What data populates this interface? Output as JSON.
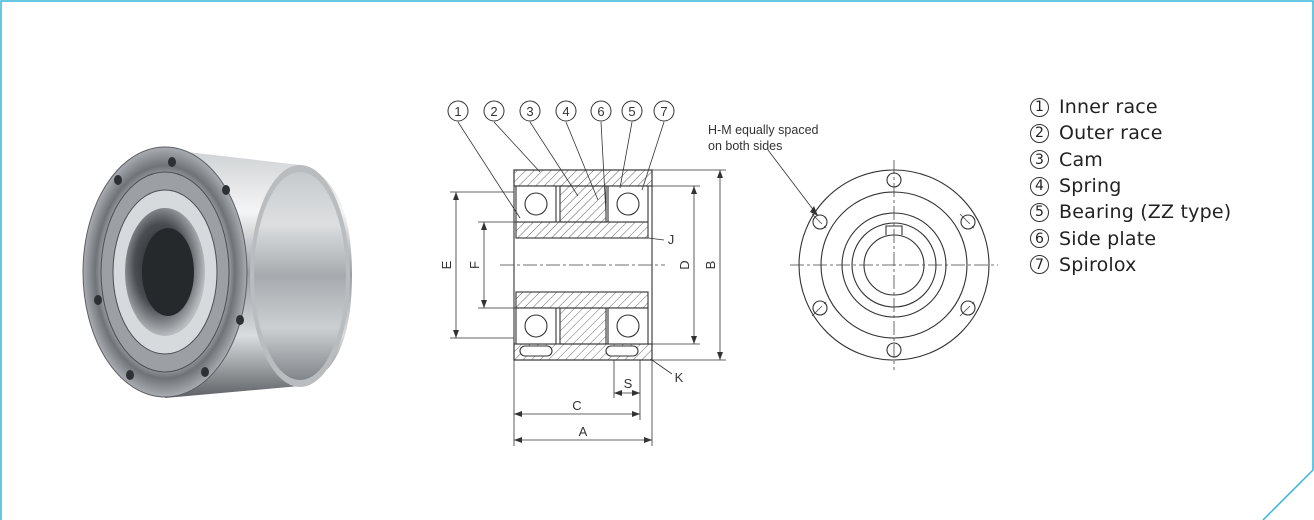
{
  "parts": [
    {
      "num": "1",
      "label": "Inner race"
    },
    {
      "num": "2",
      "label": "Outer race"
    },
    {
      "num": "3",
      "label": "Cam"
    },
    {
      "num": "4",
      "label": "Spring"
    },
    {
      "num": "5",
      "label": "Bearing (ZZ type)"
    },
    {
      "num": "6",
      "label": "Side plate"
    },
    {
      "num": "7",
      "label": "Spirolox"
    }
  ],
  "callouts": [
    "1",
    "2",
    "3",
    "4",
    "6",
    "5",
    "7"
  ],
  "annotation": {
    "line1": "H-M equally spaced",
    "line2": "on both sides"
  },
  "dimensions": {
    "A": "A",
    "B": "B",
    "C": "C",
    "D": "D",
    "E": "E",
    "F": "F",
    "J": "J",
    "K": "K",
    "S": "S"
  },
  "colors": {
    "frame": "#35b6dc",
    "line": "#333333",
    "hatch": "#555555"
  }
}
